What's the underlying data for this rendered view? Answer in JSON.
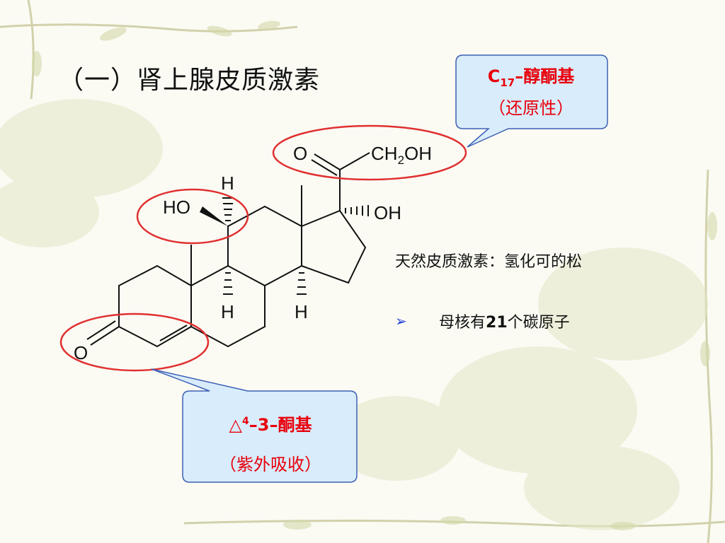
{
  "title": "（一）肾上腺皮质激素",
  "callout_top": {
    "line1_pre": "C",
    "line1_sub": "17",
    "line1_post": "–醇酮基",
    "line2": "（还原性）",
    "text_color": "#e8000b",
    "box_fill": "#d8ecfb",
    "box_stroke": "#3d5fb5"
  },
  "callout_bottom": {
    "line1_pre": "△",
    "line1_sup": "4",
    "line1_post": "–3–酮基",
    "line2": "（紫外吸收）",
    "text_color": "#e8000b"
  },
  "structure_labels": {
    "o_ketone": "O",
    "ch2oh_pre": "CH",
    "ch2oh_sub": "2",
    "ch2oh_post": "OH",
    "ho_11": "HO",
    "oh_17": "OH",
    "h_top": "H",
    "h_left": "H",
    "h_right": "H",
    "o_3": "O"
  },
  "natural_text": "天然皮质激素：氢化可的松",
  "bullet": {
    "icon": "arrow-bullet-icon",
    "pre": "母核有",
    "num": "21",
    "post": "个碳原子"
  },
  "highlight_color": "#e03030"
}
